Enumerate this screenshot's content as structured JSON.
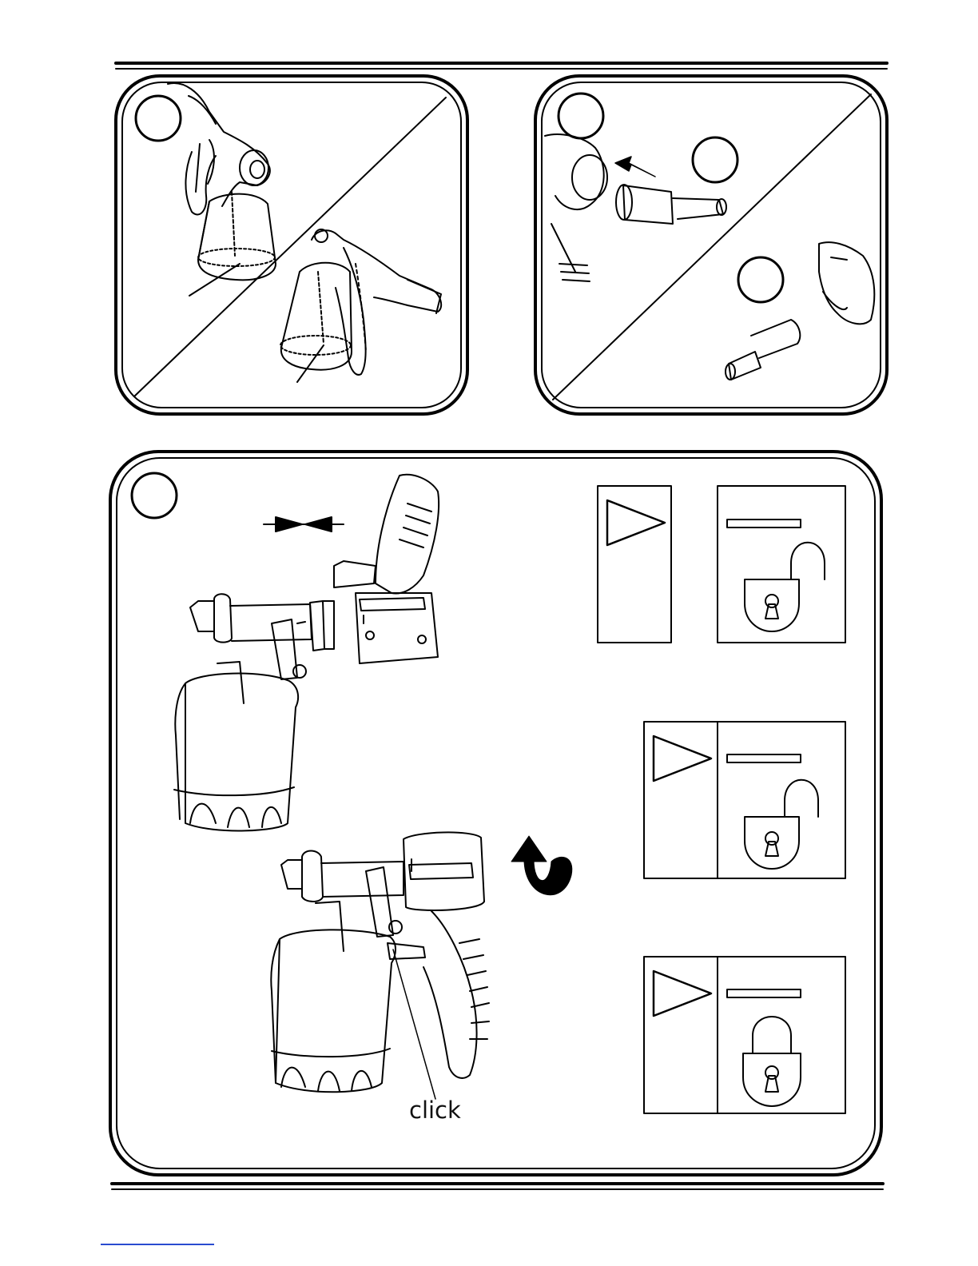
{
  "figure": {
    "callout_text": "click",
    "colors": {
      "ink": "#000000",
      "paper": "#ffffff",
      "link_rule": "#2a4bd0"
    }
  },
  "panels": [
    {
      "name": "panel-remove-gun",
      "icons": [
        "spray-gun-icon",
        "cup-icon",
        "suction-tube-icon"
      ]
    },
    {
      "name": "panel-nozzle-insert",
      "icons": [
        "air-inlet-icon",
        "nozzle-icon",
        "filter-icon"
      ]
    },
    {
      "name": "panel-attach-handle",
      "icons": [
        "spray-head-icon",
        "handle-icon",
        "rotate-arrow-icon",
        "lock-open-icon",
        "lock-closed-icon"
      ]
    }
  ]
}
